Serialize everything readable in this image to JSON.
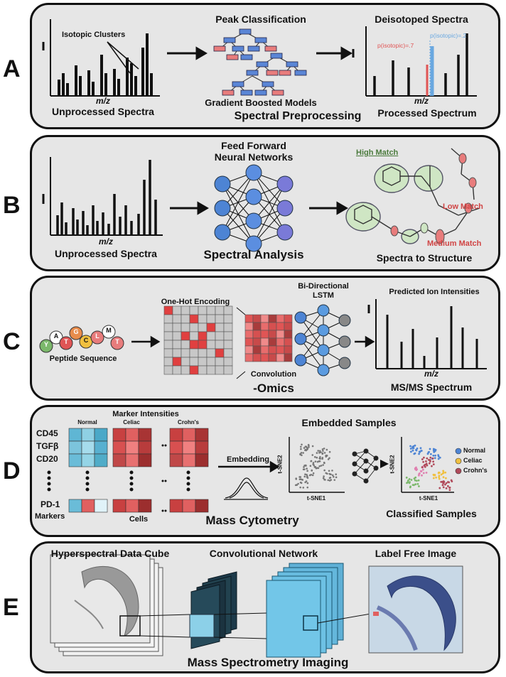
{
  "panels": {
    "A": {
      "label": "A",
      "isotopic_clusters": "Isotopic Clusters",
      "mz": "m/z",
      "unprocessed": "Unprocessed Spectra",
      "peak_classification": "Peak Classification",
      "gbm": "Gradient Boosted Models",
      "title": "Spectral Preprocessing",
      "deisotoped": "Deisotoped Spectra",
      "p_low": "p(isotopic)=.7",
      "p_high": "p(isotopic)=.2",
      "processed": "Processed Spectrum"
    },
    "B": {
      "label": "B",
      "mz": "m/z",
      "unprocessed": "Unprocessed Spectra",
      "ffnn_line1": "Feed Forward",
      "ffnn_line2": "Neural Networks",
      "title": "Spectral Analysis",
      "high_match": "High Match",
      "low_match": "Low Match",
      "medium_match": "Medium Match",
      "spectra_to_structure": "Spectra to Structure"
    },
    "C": {
      "label": "C",
      "peptide_letters": [
        "Y",
        "A",
        "T",
        "G",
        "C",
        "L",
        "M",
        "T"
      ],
      "peptide_sequence": "Peptide Sequence",
      "one_hot": "One-Hot Encoding",
      "lstm_line1": "Bi-Directional",
      "lstm_line2": "LSTM",
      "convolution": "Convolution",
      "title": "-Omics",
      "predicted": "Predicted Ion Intensities",
      "mz": "m/z",
      "msms": "MS/MS Spectrum"
    },
    "D": {
      "label": "D",
      "marker_intensities": "Marker Intensities",
      "normal": "Normal",
      "celiac": "Celiac",
      "crohns": "Crohn's",
      "cd45": "CD45",
      "tgfb": "TGFβ",
      "cd20": "CD20",
      "pd1": "PD-1",
      "markers": "Markers",
      "cells": "Cells",
      "embedding": "Embedding",
      "embedded_samples": "Embedded Samples",
      "tsne1": "t-SNE1",
      "tsne2": "t-SNE2",
      "legend_normal": "Normal",
      "legend_celiac": "Celiac",
      "legend_crohns": "Crohn's",
      "title": "Mass Cytometry",
      "classified": "Classified Samples"
    },
    "E": {
      "label": "E",
      "hyperspectral": "Hyperspectral Data Cube",
      "convnet": "Convolutional Network",
      "label_free": "Label Free Image",
      "title": "Mass Spectrometry Imaging"
    }
  },
  "colors": {
    "panel_bg": "#e6e6e6",
    "red": "#e05555",
    "blue": "#6aa8e0",
    "node_blue": "#5b86d6",
    "node_red": "#e87c7c",
    "green": "#7bb86b",
    "cyan": "#6fc3dd"
  }
}
